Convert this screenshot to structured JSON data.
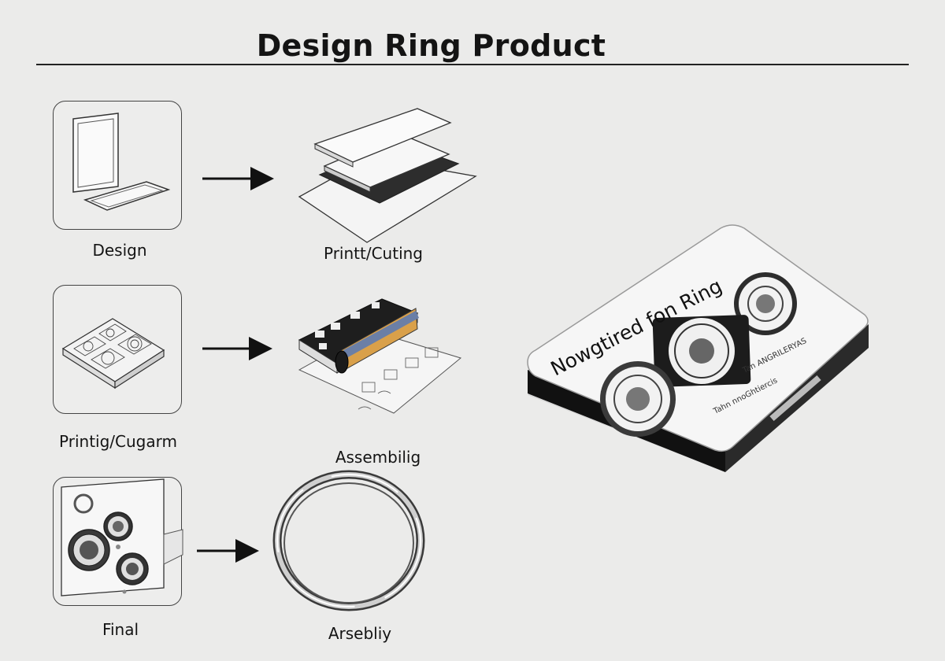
{
  "title": "Design Ring Product",
  "steps": {
    "design": "Design",
    "print_cut": "Printt/Cuting",
    "print_cugarm": "Printig/Cugarm",
    "assembly_top": "Assembilig",
    "final": "Final",
    "assembly_bottom": "Arsebliy"
  },
  "plaque": {
    "heading": "Nowgtired fon Ring",
    "side_text": "Tan ANGRILERYAS",
    "bottom_text": "Tahn nnoGhtiercis"
  },
  "colors": {
    "background": "#ebebea",
    "ink": "#141414"
  }
}
